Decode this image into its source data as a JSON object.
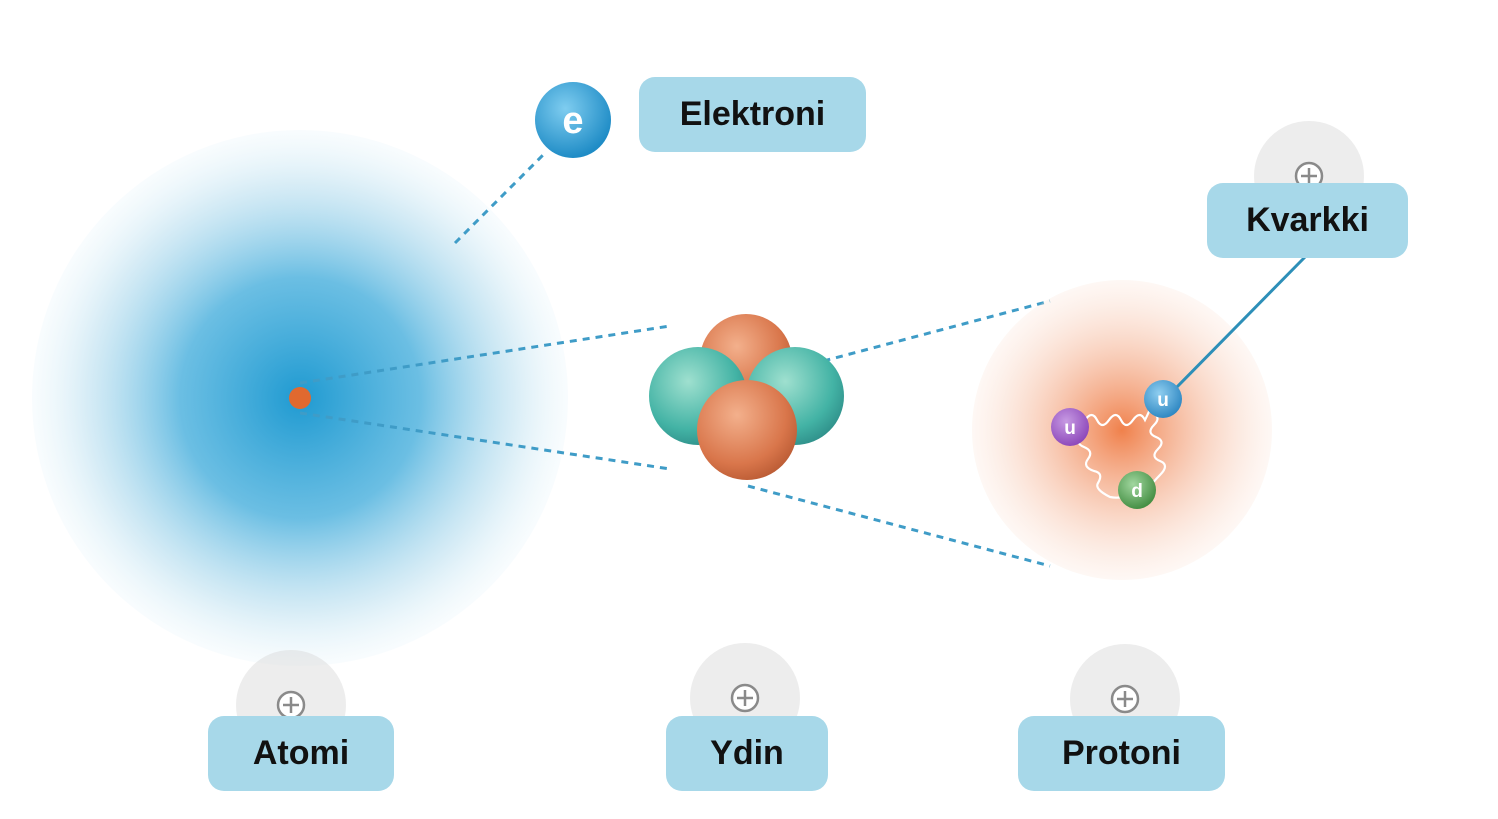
{
  "labels": {
    "electron": "Elektroni",
    "quark": "Kvarkki",
    "atom": "Atomi",
    "nucleus": "Ydin",
    "proton": "Protoni"
  },
  "particles": {
    "electron_symbol": "e",
    "quark_up_1": "u",
    "quark_up_2": "u",
    "quark_down": "d"
  },
  "icons": {
    "expand": "plus-circle-icon"
  },
  "colors": {
    "label_bg": "#a7d8e9",
    "atom_cloud": "#1f9ad1",
    "electron": "#2f9fd6",
    "nucleus_red": "#d7784e",
    "nucleus_teal": "#43b3a5",
    "proton_glow": "#ef8350",
    "quark_up_purple": "#9a55c7",
    "quark_up_blue": "#3b9ad3",
    "quark_down_green": "#4f9a4e",
    "dotted_line": "#3f9cc7"
  }
}
